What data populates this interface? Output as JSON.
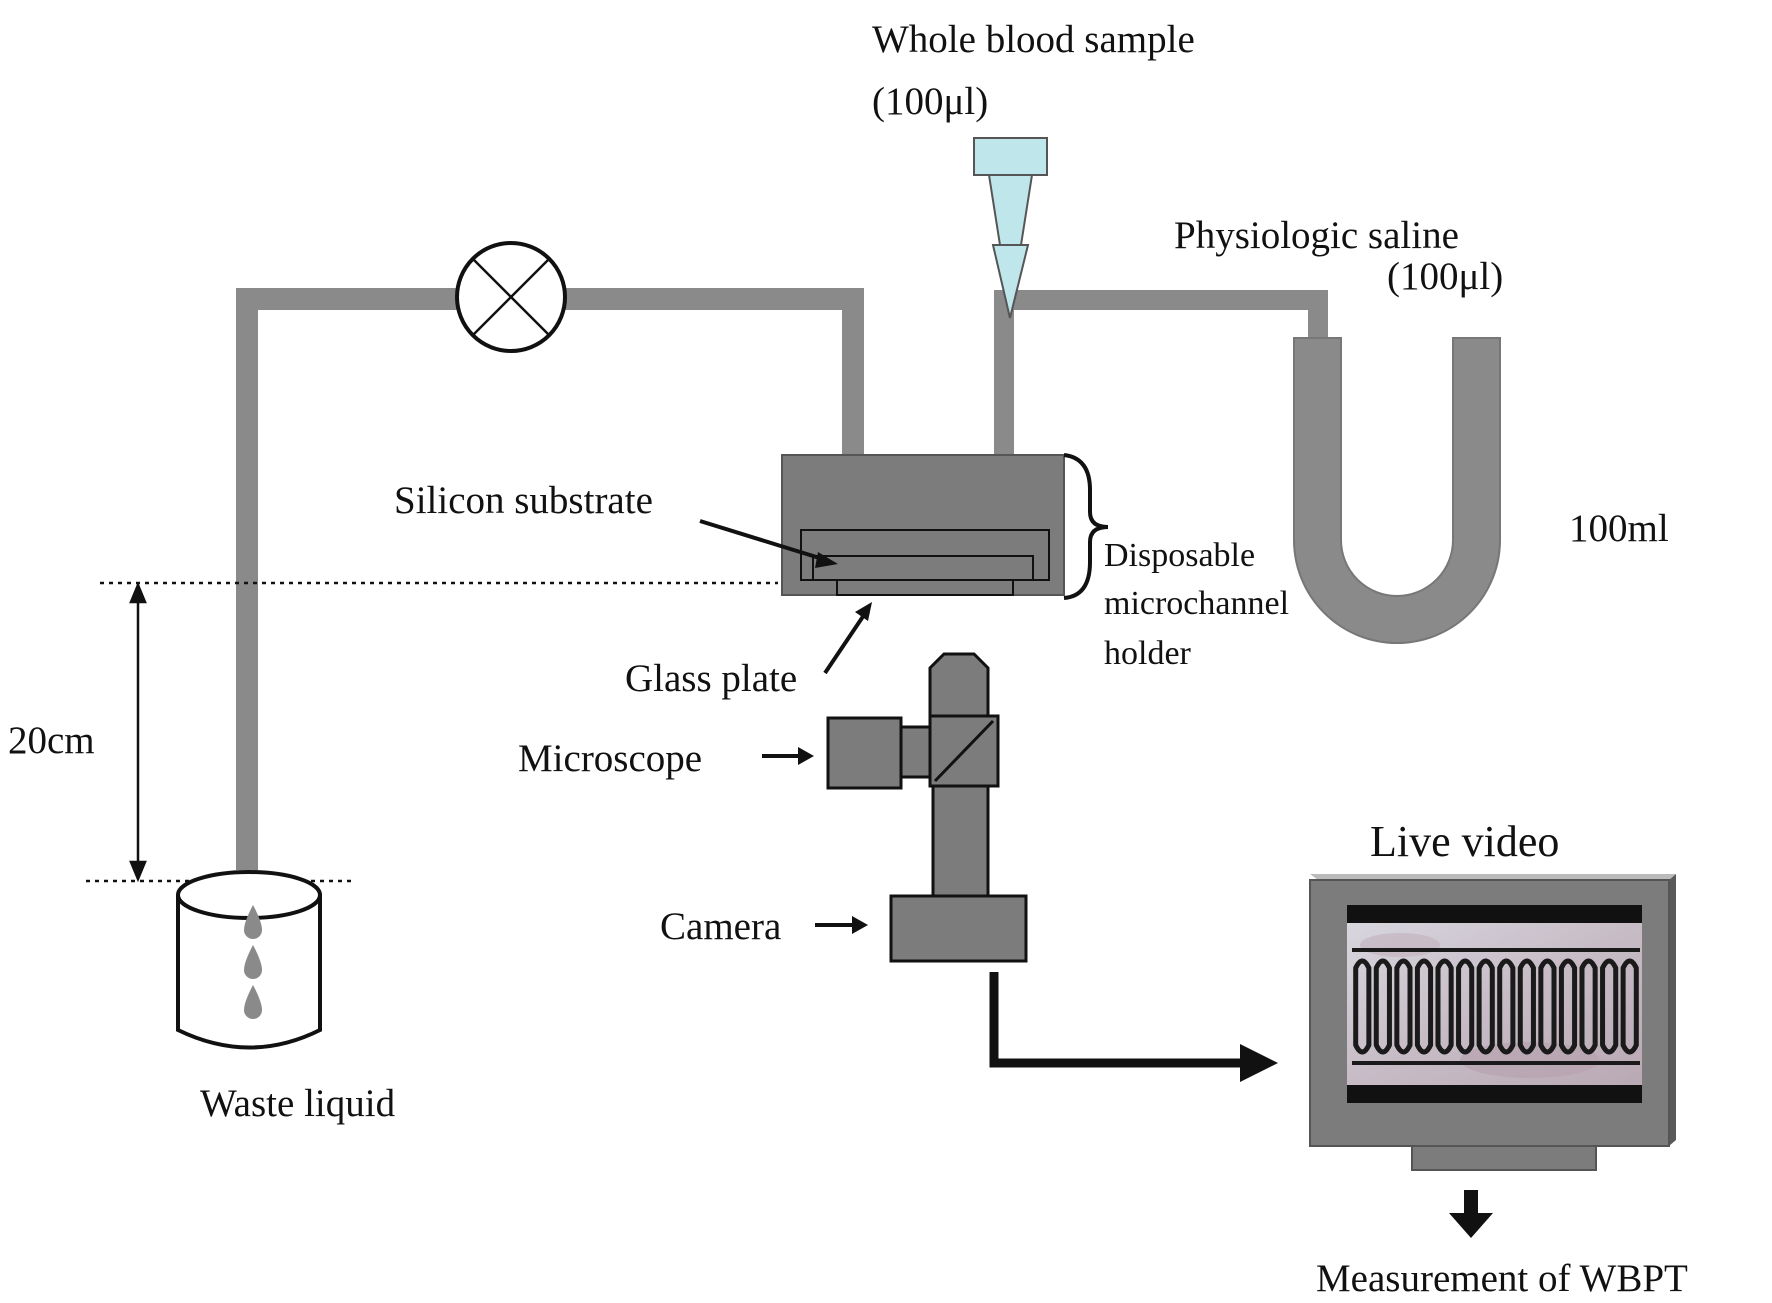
{
  "labels": {
    "whole_blood_line1": "Whole blood sample",
    "whole_blood_line2": "(100μl)",
    "saline_line1": "Physiologic saline",
    "saline_line2": "(100μl)",
    "volume": "100ml",
    "silicon_substrate": "Silicon substrate",
    "holder_line1": "Disposable",
    "holder_line2": "microchannel",
    "holder_line3": "holder",
    "glass_plate": "Glass plate",
    "height": "20cm",
    "microscope": "Microscope",
    "camera": "Camera",
    "waste_liquid": "Waste liquid",
    "live_video": "Live video",
    "measurement": "Measurement of WBPT"
  },
  "colors": {
    "tube_gray": "#8a8a8a",
    "device_gray": "#7c7c7c",
    "pipette_blue": "#bfe6ea",
    "monitor_dark": "#111111",
    "screen_tint": "#c9c2c8"
  },
  "icons": {
    "valve": "valve-icon",
    "pipette": "pipette-icon",
    "beaker": "beaker-icon",
    "monitor": "monitor-icon"
  }
}
